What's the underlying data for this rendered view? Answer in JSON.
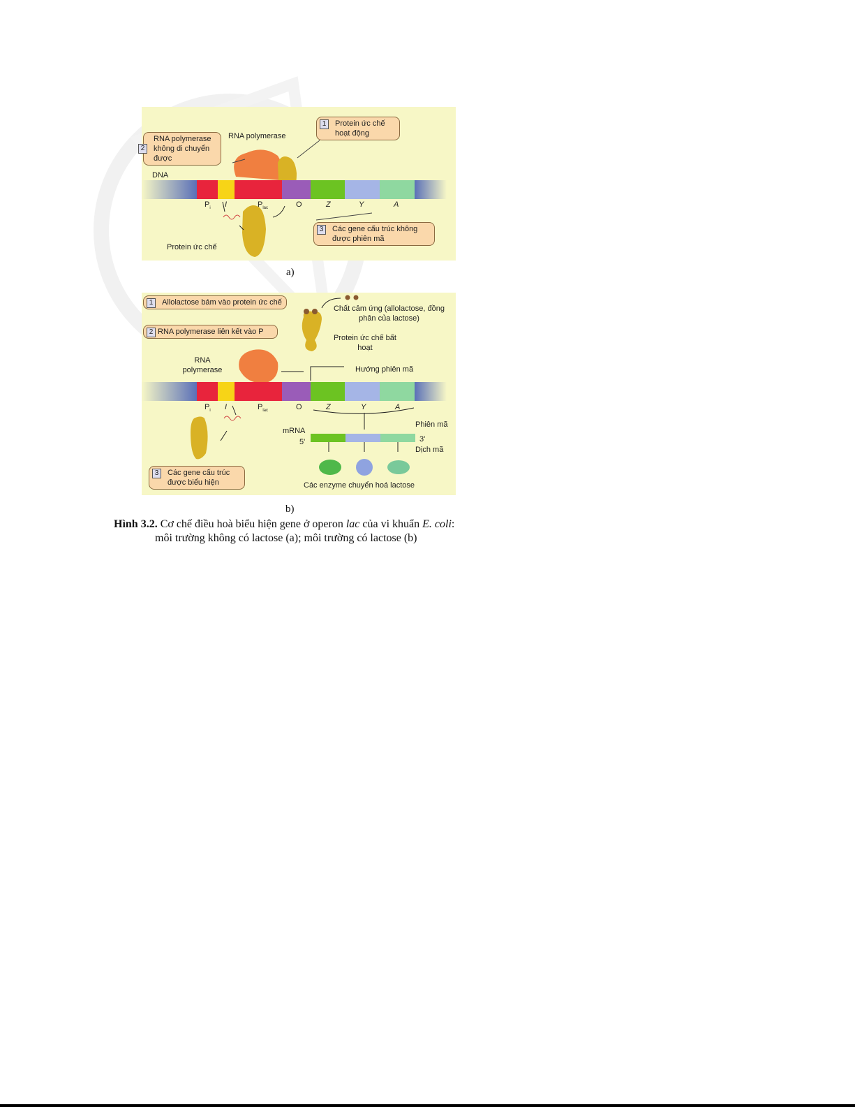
{
  "panel_a": {
    "callout1": {
      "num": "1",
      "text": "Protein ức chế hoạt động"
    },
    "callout2": {
      "num": "2",
      "text": "RNA polymerase không di chuyển được"
    },
    "callout3": {
      "num": "3",
      "text": "Các gene cấu trúc không được phiên mã"
    },
    "rna_pol": "RNA polymerase",
    "dna": "DNA",
    "repressor": "Protein ức chế",
    "genes": {
      "pi": "P",
      "pi_sub": "i",
      "i": "I",
      "plac": "P",
      "plac_sub": "lac",
      "o": "O",
      "z": "Z",
      "y": "Y",
      "a": "A"
    },
    "label": "a)"
  },
  "panel_b": {
    "callout1": {
      "num": "1",
      "text": "Allolactose bám vào protein ức chế"
    },
    "callout2": {
      "num": "2",
      "text": "RNA polymerase liên kết vào P"
    },
    "callout3": {
      "num": "3",
      "text": "Các gene cấu trúc được biểu hiện"
    },
    "inducer": "Chất cảm ứng (allolactose, đồng phân của lactose)",
    "inactive": "Protein ức chế bất hoạt",
    "rna_pol": "RNA polymerase",
    "direction": "Hướng phiên mã",
    "genes": {
      "pi": "P",
      "pi_sub": "i",
      "i": "I",
      "plac": "P",
      "plac_sub": "lac",
      "o": "O",
      "z": "Z",
      "y": "Y",
      "a": "A"
    },
    "mrna": "mRNA",
    "five": "5'",
    "three": "3'",
    "transcription": "Phiên mã",
    "translation": "Dịch mã",
    "enzymes": "Các enzyme chuyển hoá lactose",
    "label": "b)"
  },
  "caption": {
    "bold": "Hình 3.2.",
    "text1": " Cơ chế điều hoà biểu hiện gene ở operon ",
    "lac": "lac",
    "text2": " của vi khuẩn ",
    "ecoli": "E. coli",
    "text3": ":",
    "line2": "môi trường không có lactose (a); môi trường có lactose (b)"
  },
  "colors": {
    "red": "#e8243c",
    "yellow": "#f7d417",
    "purple": "#9a5cb8",
    "green": "#6cc322",
    "blue": "#a5b5e6",
    "mint": "#8fd8a0",
    "orange": "#f07f40",
    "repressor": "#d9b225"
  }
}
